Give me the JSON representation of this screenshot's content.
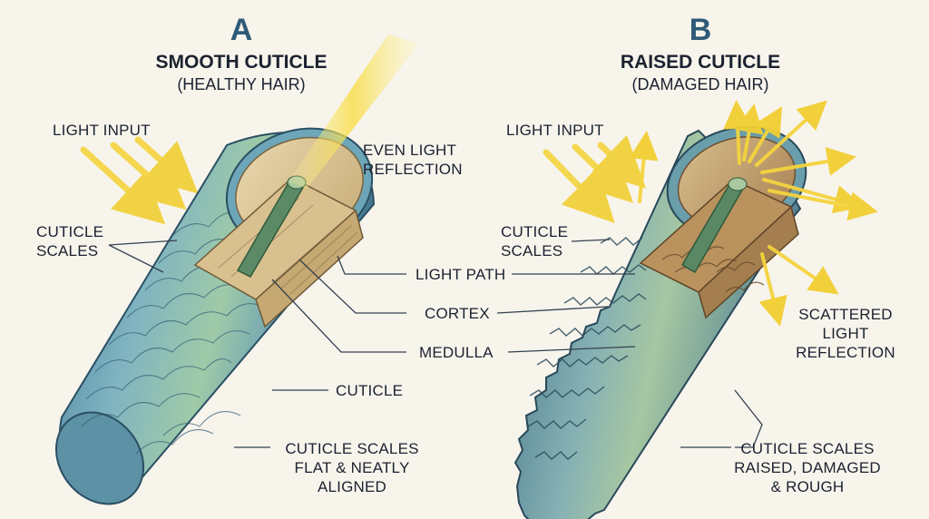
{
  "colors": {
    "background": "#f7f4ec",
    "accent_letter": "#2f5a77",
    "cuticle_blue": "#5f93a8",
    "cuticle_green": "#8fbfa0",
    "cortex_tan": "#d9c59a",
    "medulla_green": "#5f8c68",
    "light_yellow": "#f6d84a",
    "leader_line": "#34414f"
  },
  "panel_a": {
    "letter": "A",
    "title": "SMOOTH CUTICLE",
    "subtitle": "(HEALTHY HAIR)",
    "labels": {
      "light_input": "LIGHT INPUT",
      "even_reflection": [
        "EVEN LIGHT",
        "REFLECTION"
      ],
      "cuticle_scales": [
        "CUTICLE",
        "SCALES"
      ],
      "light_path": "LIGHT PATH",
      "cortex": "CORTEX",
      "medulla": "MEDULLA",
      "cuticle": "CUTICLE",
      "scales_note": [
        "CUTICLE SCALES",
        "FLAT & NEATLY",
        "ALIGNED"
      ]
    }
  },
  "panel_b": {
    "letter": "B",
    "title": "RAISED CUTICLE",
    "subtitle": "(DAMAGED HAIR)",
    "labels": {
      "light_input": "LIGHT INPUT",
      "cuticle_scales": [
        "CUTICLE",
        "SCALES"
      ],
      "scattered": [
        "SCATTERED",
        "LIGHT",
        "REFLECTION"
      ],
      "scales_note": [
        "CUTICLE SCALES",
        "RAISED, DAMAGED",
        "& ROUGH"
      ]
    }
  }
}
